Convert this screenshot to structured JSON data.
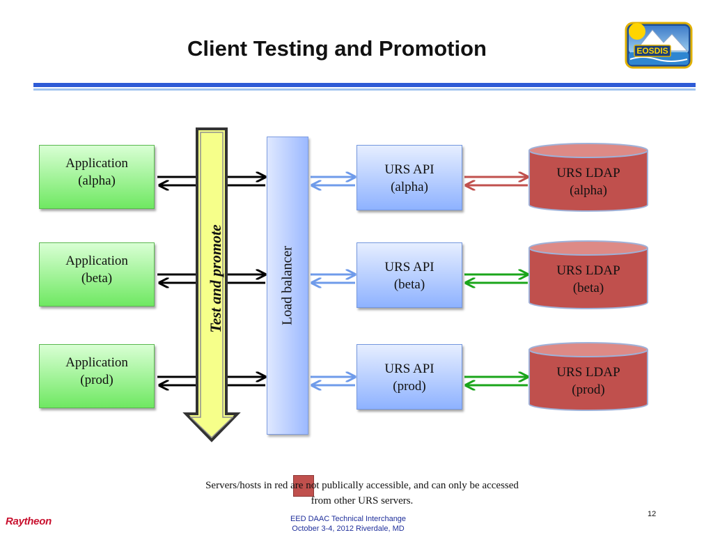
{
  "slide": {
    "title": "Client Testing and Promotion",
    "logo_text": "EOSDIS",
    "page_number": "12"
  },
  "applications": [
    {
      "label": "Application\n(alpha)"
    },
    {
      "label": "Application\n(beta)"
    },
    {
      "label": "Application\n(prod)"
    }
  ],
  "test_promote": {
    "label": "Test and promote"
  },
  "load_balancer": {
    "label": "Load balancer"
  },
  "urs_api": [
    {
      "label": "URS API\n(alpha)"
    },
    {
      "label": "URS API\n(beta)"
    },
    {
      "label": "URS API\n(prod)"
    }
  ],
  "urs_ldap": [
    {
      "label": "URS LDAP\n(alpha)",
      "link_color": "#c0504d"
    },
    {
      "label": "URS LDAP\n(beta)",
      "link_color": "#1aa51a"
    },
    {
      "label": "URS LDAP\n(prod)",
      "link_color": "#1aa51a"
    }
  ],
  "note": {
    "text": "Servers/hosts in red are not publically accessible, and can only be accessed from other URS servers.",
    "swatch_color": "#c0504d"
  },
  "footer": {
    "line1": "EED DAAC Technical Interchange",
    "line2": "October 3-4, 2012 Riverdale, MD",
    "company": "Raytheon"
  },
  "colors": {
    "title_rule": "#2e5bd6",
    "app_fill": "#6fe862",
    "api_fill": "#8eb2ff",
    "ldap_fill": "#c0504d",
    "arrow_black": "#000000",
    "arrow_blue": "#6f9bea",
    "promote_fill": "#f6ff8a"
  }
}
